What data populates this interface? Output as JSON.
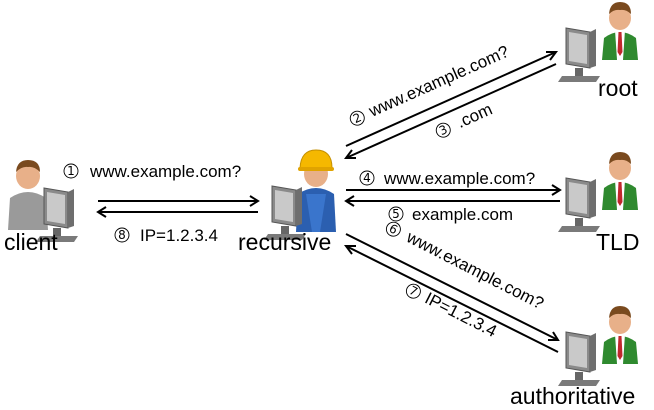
{
  "nodes": {
    "client": "client",
    "recursive": "recursive",
    "root": "root",
    "tld": "TLD",
    "authoritative": "authoritative"
  },
  "steps": [
    {
      "num": "1",
      "text": "www.example.com?"
    },
    {
      "num": "2",
      "text": "www.example.com?"
    },
    {
      "num": "3",
      "text": ".com"
    },
    {
      "num": "4",
      "text": "www.example.com?"
    },
    {
      "num": "5",
      "text": "example.com"
    },
    {
      "num": "6",
      "text": "www.example.com?"
    },
    {
      "num": "7",
      "text": "IP=1.2.3.4"
    },
    {
      "num": "8",
      "text": "IP=1.2.3.4"
    }
  ],
  "icons": {
    "client": "user-at-computer-icon",
    "recursive": "worker-at-computer-icon",
    "root": "businessman-at-computer-icon",
    "tld": "businessman-at-computer-icon",
    "authoritative": "businessman-at-computer-icon"
  }
}
